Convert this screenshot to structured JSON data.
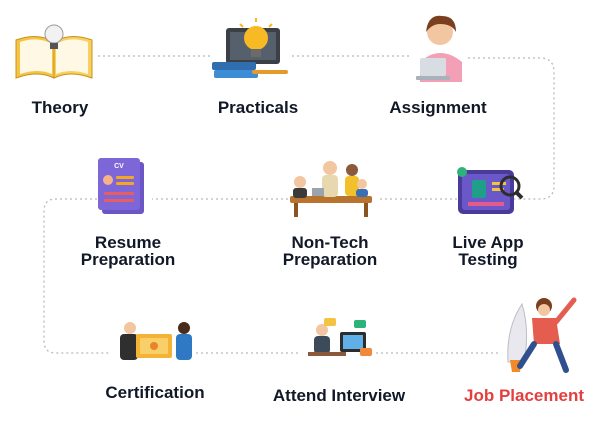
{
  "steps": [
    {
      "label": "Theory",
      "icon": "book-lightbulb-icon"
    },
    {
      "label": "Practicals",
      "icon": "laptop-lightbulb-icon"
    },
    {
      "label": "Assignment",
      "icon": "student-laptop-icon"
    },
    {
      "label": "Resume\nPreparation",
      "icon": "cv-document-icon"
    },
    {
      "label": "Non-Tech\nPreparation",
      "icon": "team-meeting-icon"
    },
    {
      "label": "Live App\nTesting",
      "icon": "app-testing-icon"
    },
    {
      "label": "Certification",
      "icon": "certificate-handshake-icon"
    },
    {
      "label": "Attend Interview",
      "icon": "video-interview-icon"
    },
    {
      "label": "Job Placement",
      "icon": "rocket-career-icon"
    }
  ],
  "colors": {
    "text": "#111827",
    "highlight": "#e2403f",
    "connector": "#b9b9b9"
  }
}
